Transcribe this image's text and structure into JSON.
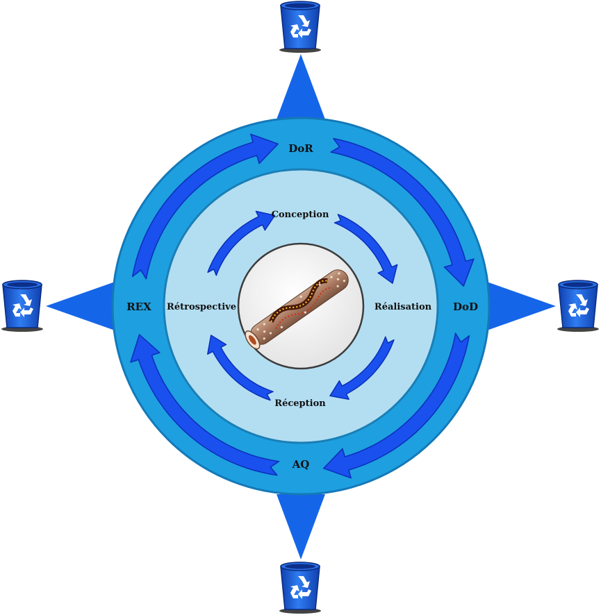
{
  "diagram": {
    "outer_labels": {
      "top": "DoR",
      "right": "DoD",
      "bottom": "AQ",
      "left": "REX"
    },
    "inner_labels": {
      "top": "Conception",
      "right": "Réalisation",
      "bottom": "Réception",
      "left": "Rétrospective"
    },
    "icons": {
      "bins": "recycle-bin-icon",
      "center": "didgeridoo-icon"
    },
    "colors": {
      "compass_point": "#1565e8",
      "outer_ring": "#1e9fe0",
      "outer_ring_stroke": "#1479b8",
      "inner_disc": "#b3def2",
      "center_disc": "#f2f2f2",
      "arrow_fill": "#1a50ee",
      "arrow_stroke": "#0a2fb8",
      "bin": "#1d5ed8"
    }
  }
}
